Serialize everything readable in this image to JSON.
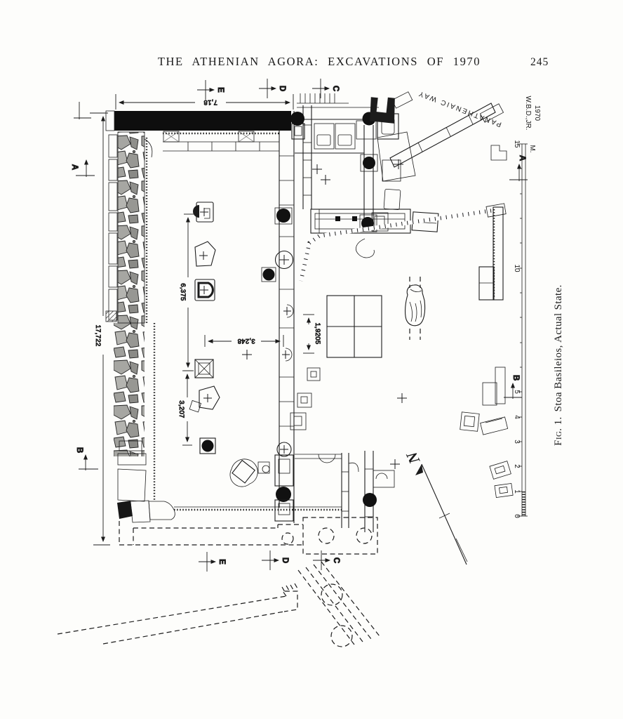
{
  "header": {
    "title": "THE ATHENIAN AGORA: EXCAVATIONS OF 1970",
    "page_number": "245"
  },
  "figure_caption": {
    "prefix": "Fig. 1.",
    "title": "Stoa Basileios, Actual State."
  },
  "plan": {
    "road_label": "PANATHENAIC WAY",
    "credit": {
      "name": "W.B.D.,JR.",
      "year": "1970"
    },
    "north_label": "N",
    "scale": {
      "unit": "M.",
      "tick_labels": [
        "0",
        "1",
        "2",
        "3",
        "4",
        "5",
        "10",
        "15"
      ]
    },
    "sections": {
      "a": "A",
      "b": "B",
      "c": "C",
      "d": "D",
      "e": "E"
    },
    "dimensions": {
      "annex_width": "7,18",
      "stoa_length": "17,722",
      "north_bay": "6,375",
      "middle_bay": "3,248",
      "terrace_width": "1,9205",
      "south_bay": "3,207"
    }
  }
}
